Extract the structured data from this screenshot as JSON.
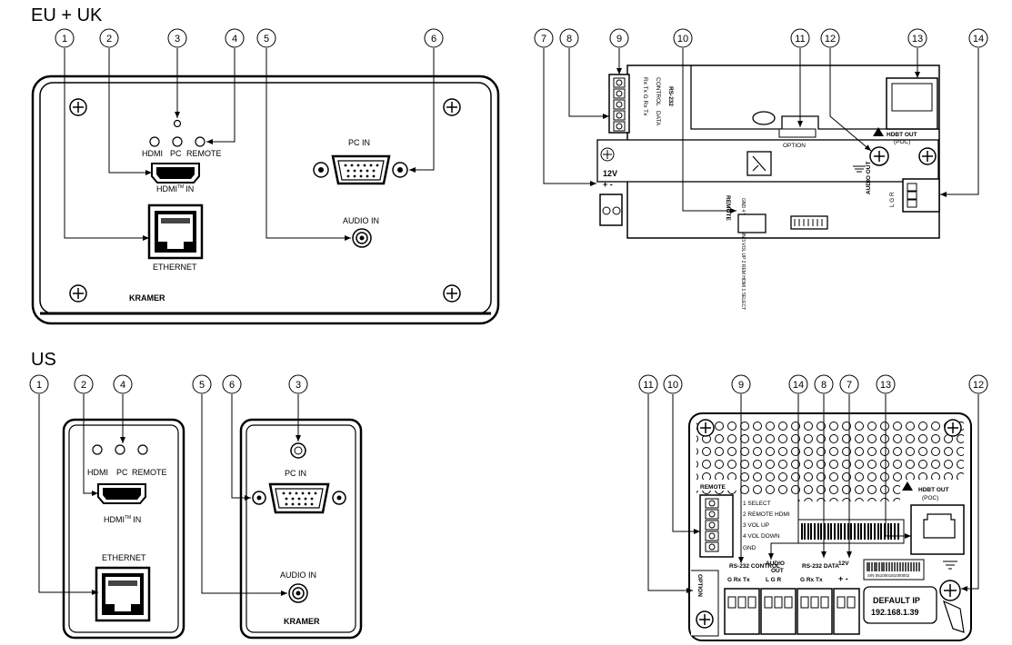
{
  "sections": {
    "eu_uk": "EU + UK",
    "us": "US"
  },
  "callouts": {
    "c1": "1",
    "c2": "2",
    "c3": "3",
    "c4": "4",
    "c5": "5",
    "c6": "6",
    "c7": "7",
    "c8": "8",
    "c9": "9",
    "c10": "10",
    "c11": "11",
    "c12": "12",
    "c13": "13",
    "c14": "14"
  },
  "front_labels": {
    "hdmi": "HDMI",
    "pc": "PC",
    "remote": "REMOTE",
    "hdmi_in": "HDMI",
    "tm": "TM",
    "in": "IN",
    "pc_in": "PC IN",
    "audio_in": "AUDIO IN",
    "ethernet": "ETHERNET",
    "brand": "KRAMER"
  },
  "rear_labels": {
    "rs232": "RS-232",
    "control": "CONTROL",
    "data": "DATA",
    "rx_tx_g": "Rx Tx G Rx Tx",
    "v12": "12V",
    "plus_minus": "+ -",
    "remote": "REMOTE",
    "remote_pins": "GND 4 VOL DOWN 3 VOL UP 2 REM HDMI 1 SELECT",
    "option": "OPTION",
    "hdbt_out": "HDBT OUT",
    "poc": "(POC)",
    "audio_out": "AUDIO OUT",
    "lgr": "L G R",
    "pin1": "1 SELECT",
    "pin2": "2 REMOTE HDMI",
    "pin3": "3 VOL UP",
    "pin4": "4 VOL DOWN",
    "gnd": "GND",
    "rs232_control": "RS-232 CONTROL",
    "g_rx_tx": "G Rx Tx",
    "audio": "AUDIO",
    "out": "OUT",
    "l_g_r": "L G R",
    "rs232_data": "RS-232 DATA",
    "default_ip": "DEFAULT IP",
    "ip": "192.168.1.39",
    "serial": "S/N 051000181000002"
  }
}
